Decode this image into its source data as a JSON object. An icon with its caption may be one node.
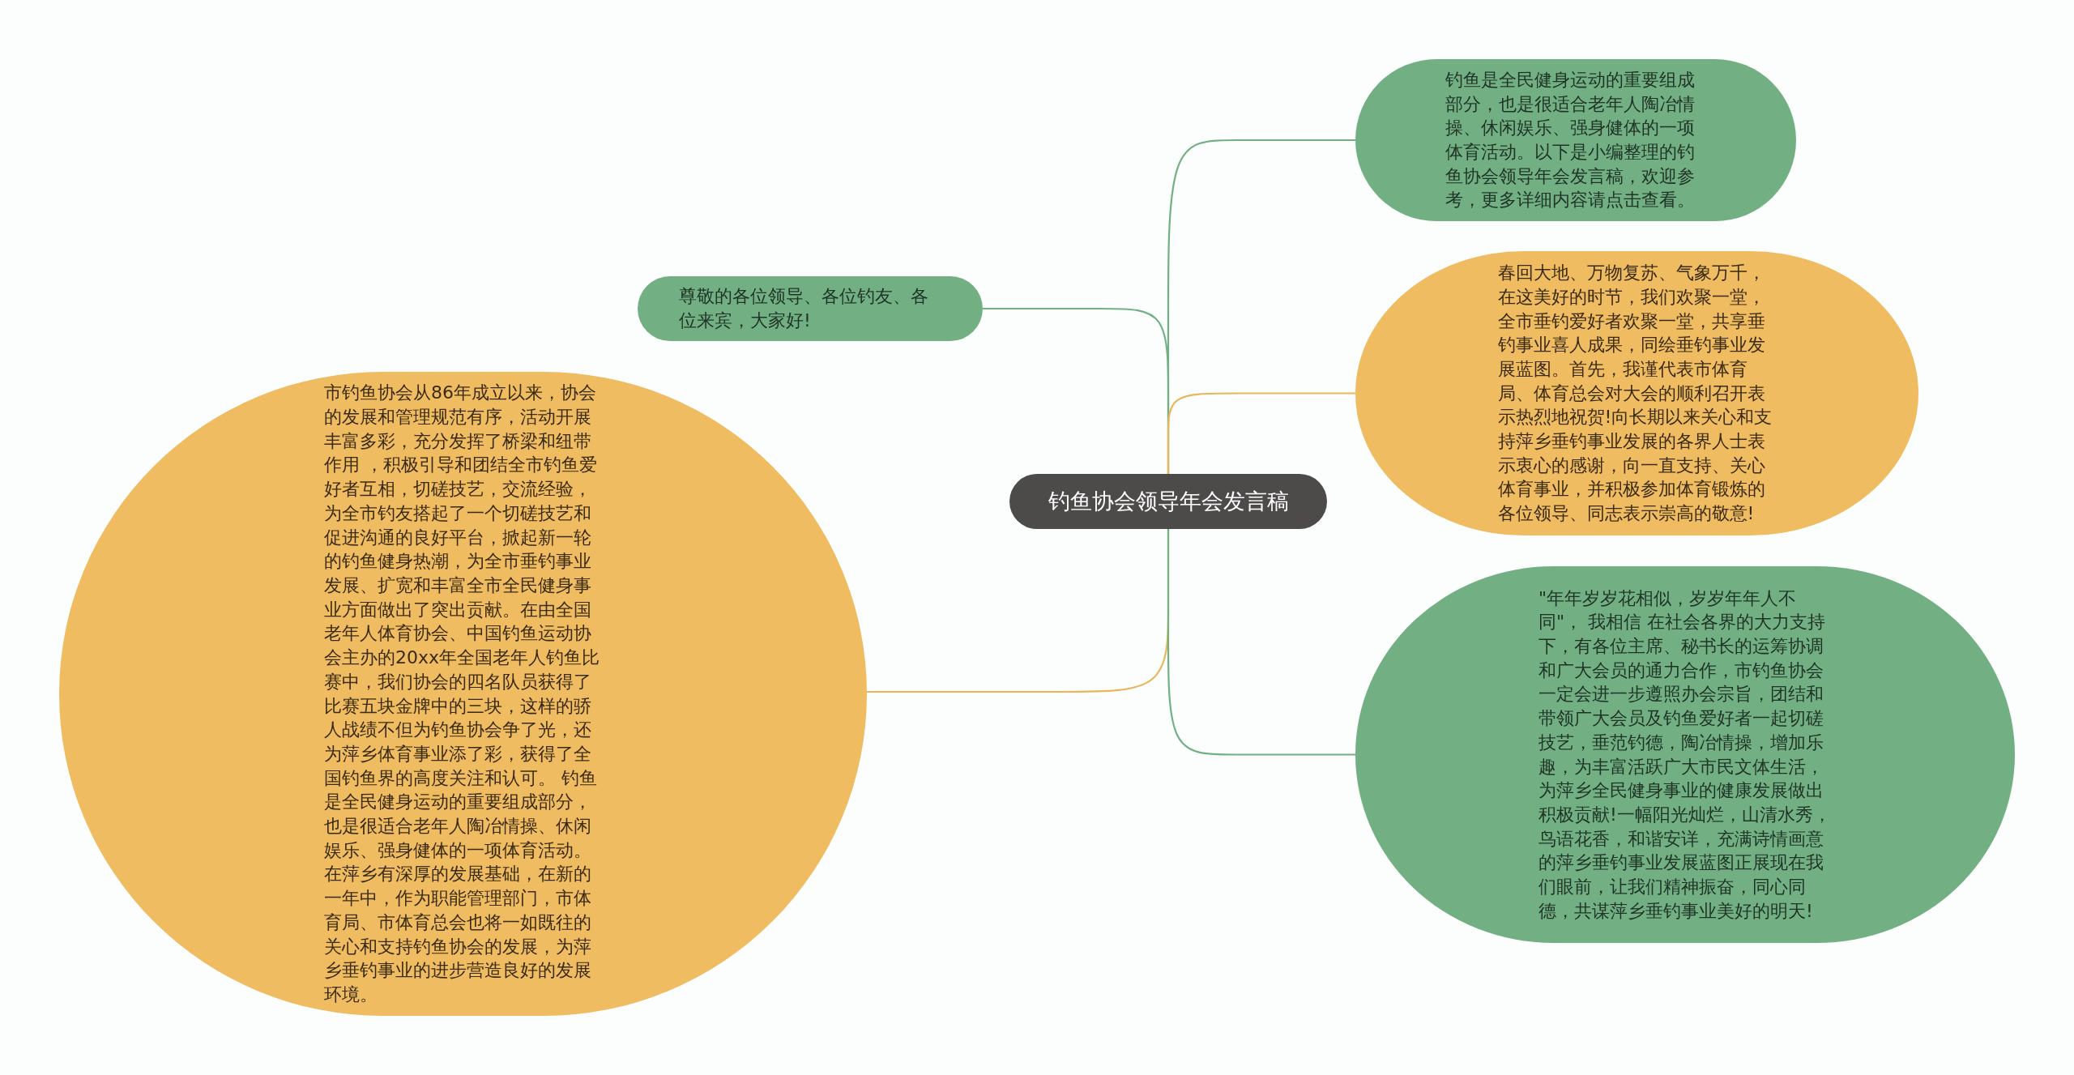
{
  "diagram": {
    "nodes": [
      {
        "text": [
          "钓鱼协会领导年会发言稿"
        ]
      },
      {
        "text": [
          "钓鱼是全民健身运动的重要组成部分，也是很适合老年人陶冶情操、休闲娱乐、强身健体的一项体育活动。以下是小编整理的钓鱼协会领导年会发言稿，欢迎参考，更多详细内容请点击查看。"
        ]
      },
      {
        "text": [
          "尊敬的各位领导、各位钓友、各位来宾，大家好!"
        ]
      },
      {
        "text": [
          "春回大地、万物复苏、气象万千，在这美好的时节，我们欢聚一堂，全市垂钓爱好者欢聚一堂，共享垂钓事业喜人成果，同绘垂钓事业发展蓝图。首先，我谨代表市体育局、体育总会对大会的顺利召开表示热烈地祝贺!向长期以来关心和支持萍乡垂钓事业发展的各界人士表示衷心的感谢，向一直支持、关心体育事业，并积极参加体育锻炼的各位领导、同志表示崇高的敬意!"
        ]
      },
      {
        "text": [
          "市钓鱼协会从86年成立以来，协会的发展和管理规范有序，活动开展丰富多彩，充分发挥了桥梁和纽带作用 ，积极引导和团结全市钓鱼爱好者互相，切磋技艺，交流经验，为全市钓友搭起了一个切磋技艺和促进沟通的良好平台，掀起新一轮的钓鱼健身热潮，为全市垂钓事业发展、扩宽和丰富全市全民健身事业方面做出了突出贡献。在由全国老年人体育协会、中国钓鱼运动协会主办的20xx年全国老年人钓鱼比赛中，我们协会的四名队员获得了比赛五块金牌中的三块，这样的骄人战绩不但为钓鱼协会争了光，还为萍乡体育事业添了彩，获得了全国钓鱼界的高度关注和认可。 钓鱼是全民健身运动的重要组成部分，也是很适合老年人陶冶情操、休闲娱乐、强身健体的一项体育活动。在萍乡有深厚的发展基础，在新的一年中，作为职能管理部门，市体育局、市体育总会也将一如既往的关心和支持钓鱼协会的发展，为萍乡垂钓事业的进步营造良好的发展环境。"
        ]
      },
      {
        "text": [
          "\"年年岁岁花相似，岁岁年年人不同\"， 我相信 在社会各界的大力支持下，有各位主席、秘书长的运筹协调和广大会员的通力合作，市钓鱼协会一定会进一步遵照办会宗旨，团结和带领广大会员及钓鱼爱好者一起切磋技艺，垂范钓德，陶冶情操，增加乐趣，为丰富活跃广大市民文体生活，为萍乡全民健身事业的健康发展做出积极贡献!一幅阳光灿烂，山清水秀，鸟语花香，和谐安详，充满诗情画意的萍乡垂钓事业发展蓝图正展现在我们眼前，让我们精神振奋，同心同德，共谋萍乡垂钓事业美好的明天!"
        ]
      }
    ],
    "edges": [
      {
        "from": 0,
        "to": 1,
        "arrow": "none"
      },
      {
        "from": 0,
        "to": 2,
        "arrow": "none"
      },
      {
        "from": 0,
        "to": 3,
        "arrow": "none",
        "color": "#e9b65a"
      },
      {
        "from": 0,
        "to": 4,
        "arrow": "none",
        "color": "#e9b65a"
      },
      {
        "from": 0,
        "to": 5,
        "arrow": "none"
      }
    ]
  }
}
